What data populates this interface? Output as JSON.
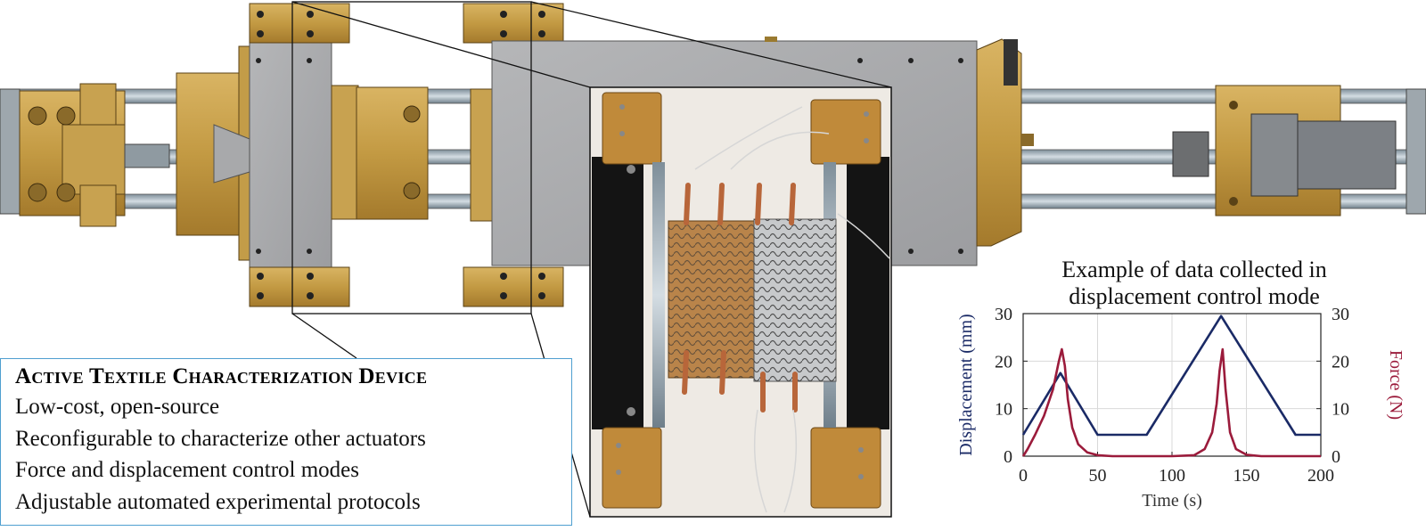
{
  "info": {
    "title": "Active Textile Characterization Device",
    "items": [
      "Low-cost, open-source",
      "Reconfigurable to characterize other actuators",
      "Force and displacement control modes",
      "Adjustable automated experimental protocols"
    ]
  },
  "chart_data": {
    "type": "line",
    "title": "Example of data collected in displacement control mode",
    "xlabel": "Time (s)",
    "ylabel_left": "Displacement (mm)",
    "ylabel_right": "Force (N)",
    "xlim": [
      0,
      200
    ],
    "ylim_left": [
      0,
      30
    ],
    "ylim_right": [
      0,
      30
    ],
    "xticks": [
      0,
      50,
      100,
      150,
      200
    ],
    "yticks_left": [
      0,
      10,
      20,
      30
    ],
    "yticks_right": [
      0,
      10,
      20,
      30
    ],
    "grid": true,
    "series": [
      {
        "axis": "left",
        "color": "#1a2a66",
        "x": [
          0,
          25,
          50,
          83,
          133,
          183,
          200
        ],
        "y": [
          4.5,
          17.5,
          4.5,
          4.5,
          29.5,
          4.5,
          4.5
        ]
      },
      {
        "axis": "right",
        "color": "#9b1b3b",
        "x": [
          0,
          3,
          8,
          14,
          20,
          24,
          26,
          28,
          30,
          33,
          37,
          43,
          50,
          60,
          75,
          100,
          115,
          122,
          127,
          130,
          132,
          134,
          136,
          139,
          143,
          150,
          160,
          175,
          200
        ],
        "y": [
          0,
          1.5,
          4.5,
          8.5,
          14,
          20,
          22.5,
          19,
          12,
          6,
          2.5,
          0.8,
          0.2,
          0,
          0,
          0,
          0.2,
          1.5,
          5,
          11,
          18,
          22.5,
          14,
          5,
          1.5,
          0.3,
          0,
          0,
          0
        ]
      }
    ]
  },
  "colors": {
    "brass": "#c9a04a",
    "aluminum": "#a9aaac",
    "rod": "#9fb0bb",
    "box_border": "#4f9fd0"
  }
}
